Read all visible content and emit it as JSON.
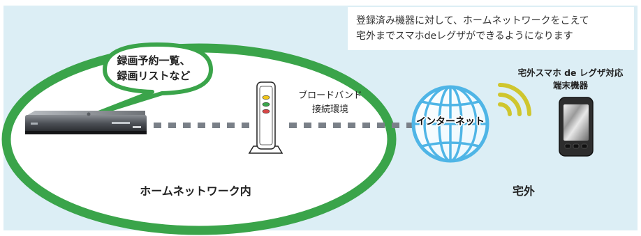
{
  "note": {
    "line1": "登録済み機器に対して、ホームネットワークをこえて",
    "line2": "宅外までスマホdeレグザができるようになります"
  },
  "bubble": {
    "line1": "録画予約一覧、",
    "line2": "録画リストなど"
  },
  "broadband": {
    "line1": "ブロードバンド",
    "line2": "接続環境"
  },
  "remote_device": {
    "line1": "宅外スマホ de レグザ対応",
    "line2": "端末機器"
  },
  "internet_label": "インターネット",
  "home_network_label": "ホームネットワーク内",
  "outside_label": "宅外",
  "colors": {
    "background": "#dceef5",
    "home_ring": "#3aa44a",
    "globe": "#4fb5e6",
    "wifi": "#cfc62e",
    "link": "#7a8088"
  }
}
